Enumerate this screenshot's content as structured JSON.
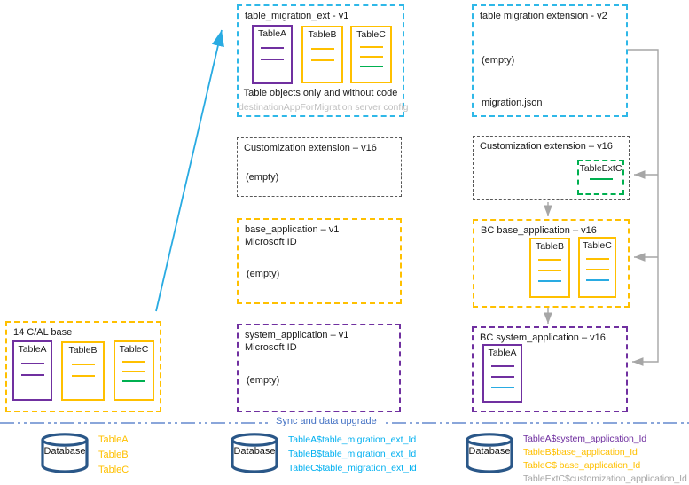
{
  "colors": {
    "cyan_border": "#2FB8E8",
    "cyan_text": "#00B0F0",
    "yellow": "#FFC000",
    "purple": "#7030A0",
    "green": "#00B050",
    "box_gray": "#595959",
    "connector_gray": "#A6A6A6",
    "footer_gray": "#BFBFBF",
    "sync_blue": "#4472C4",
    "database_blue": "#2A5788"
  },
  "boxes": {
    "mig_v1": {
      "title": "table_migration_ext - v1",
      "tables": [
        {
          "name": "TableA",
          "border": "purple",
          "rules": [
            "purple",
            "purple"
          ]
        },
        {
          "name": "TableB",
          "border": "yellow",
          "rules": [
            "yellow",
            "yellow"
          ]
        },
        {
          "name": "TableC",
          "border": "yellow",
          "rules": [
            "yellow",
            "yellow",
            "green"
          ]
        }
      ],
      "note": "Table objects only and without code",
      "footer": "destinationAppForMigration server config"
    },
    "mig_v2": {
      "title": "table migration extension - v2",
      "body": "(empty)",
      "footer": "migration.json"
    },
    "cust_left": {
      "title": "Customization extension – v16",
      "body": "(empty)"
    },
    "cust_right": {
      "title": "Customization extension – v16",
      "tables": [
        {
          "name": "TableExtC",
          "border": "green",
          "rules": [
            "green"
          ]
        }
      ]
    },
    "base_v1": {
      "title": "base_application – v1",
      "subtitle": "Microsoft ID",
      "body": "(empty)"
    },
    "bc_base": {
      "title": "BC base_application – v16",
      "tables": [
        {
          "name": "TableB",
          "border": "yellow",
          "rules": [
            "yellow",
            "yellow",
            "cyan"
          ]
        },
        {
          "name": "TableC",
          "border": "yellow",
          "rules": [
            "yellow",
            "yellow",
            "cyan"
          ]
        }
      ]
    },
    "sys_v1": {
      "title": "system_application – v1",
      "subtitle": "Microsoft ID",
      "body": "(empty)"
    },
    "bc_sys": {
      "title": "BC system_application – v16",
      "tables": [
        {
          "name": "TableA",
          "border": "purple",
          "rules": [
            "purple",
            "purple",
            "cyan"
          ]
        }
      ]
    },
    "cal_base": {
      "title": "14 C/AL base",
      "tables": [
        {
          "name": "TableA",
          "border": "purple",
          "rules": [
            "purple",
            "purple"
          ]
        },
        {
          "name": "TableB",
          "border": "yellow",
          "rules": [
            "yellow",
            "yellow"
          ]
        },
        {
          "name": "TableC",
          "border": "yellow",
          "rules": [
            "yellow",
            "yellow",
            "green"
          ]
        }
      ]
    }
  },
  "sync": {
    "label": "Sync and data upgrade"
  },
  "databases": [
    {
      "label": "Database",
      "rows": [
        {
          "text": "TableA",
          "color": "yellow"
        },
        {
          "text": "TableB",
          "color": "yellow"
        },
        {
          "text": "TableC",
          "color": "yellow"
        }
      ]
    },
    {
      "label": "Database",
      "rows": [
        {
          "text": "TableA$table_migration_ext_Id",
          "color": "cyan"
        },
        {
          "text": "TableB$table_migration_ext_Id",
          "color": "cyan"
        },
        {
          "text": "TableC$table_migration_ext_Id",
          "color": "cyan"
        }
      ]
    },
    {
      "label": "Database",
      "rows": [
        {
          "text": "TableA$system_application_Id",
          "color": "purple"
        },
        {
          "text": "TableB$base_application_Id",
          "color": "yellow"
        },
        {
          "text": "TableC$ base_application_Id",
          "color": "yellow"
        },
        {
          "text": "TableExtC$customization_application_Id",
          "color": "gray"
        }
      ]
    }
  ]
}
